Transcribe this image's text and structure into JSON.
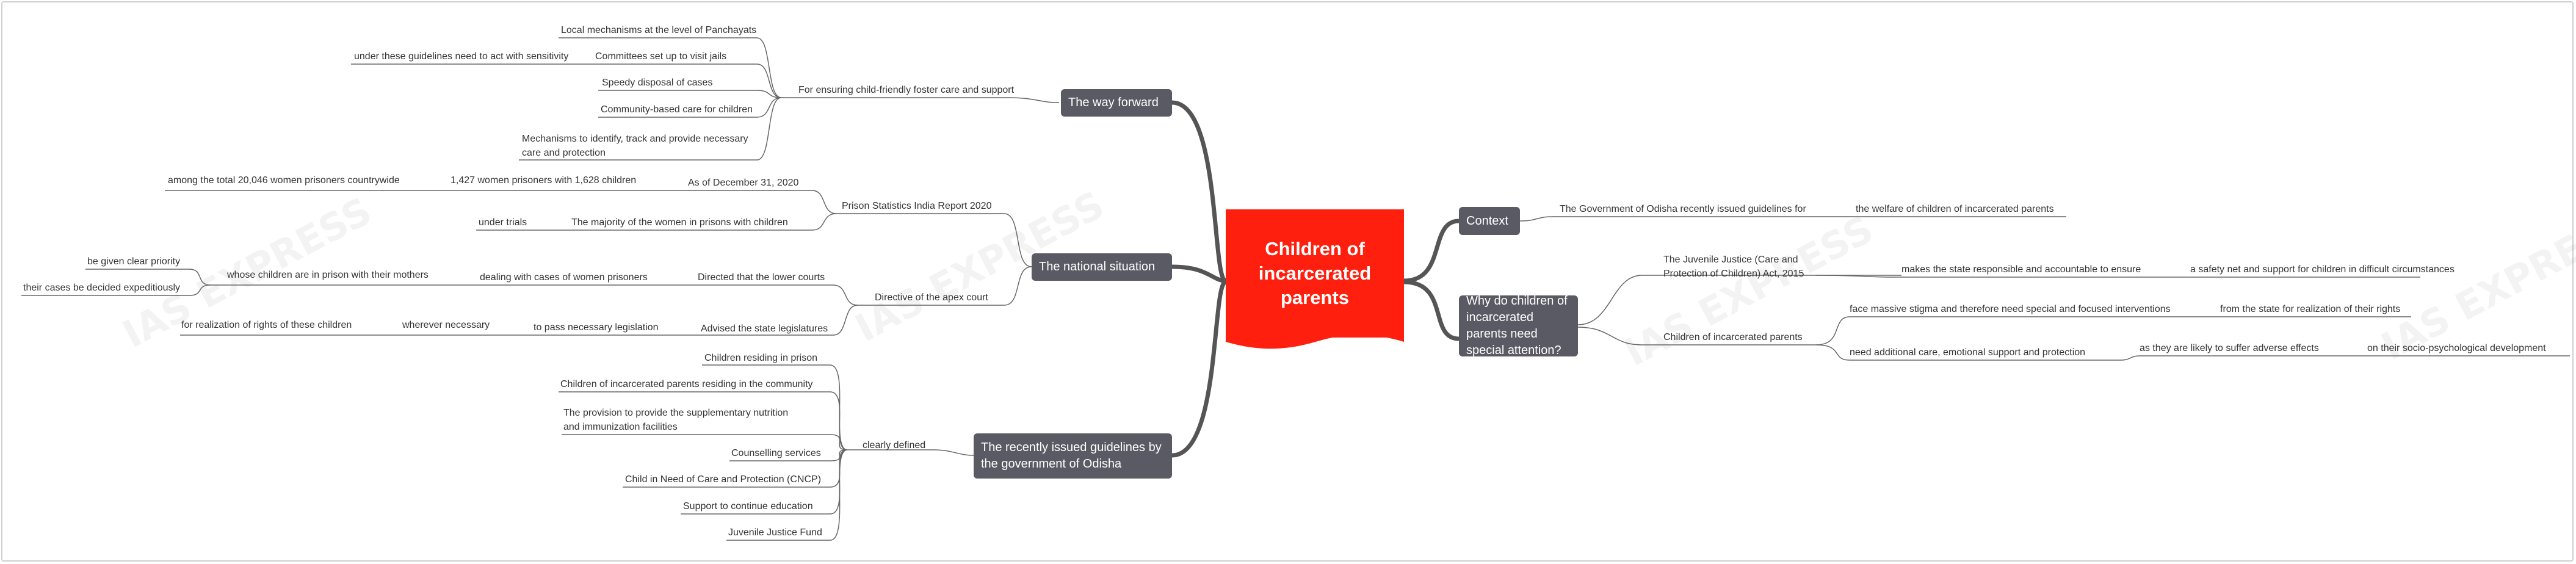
{
  "center": "Children of incarcerated parents",
  "watermark": "IAS EXPRESS",
  "context": {
    "title": "Context",
    "text": "The Government of Odisha recently issued guidelines for",
    "sub": "the welfare of children of incarcerated parents"
  },
  "why": {
    "title": "Why do children of incarcerated parents need special attention?",
    "jj_act": "The Juvenile Justice (Care and Protection of Children) Act, 2015",
    "jj_makes": "makes the state responsible and accountable to ensure",
    "jj_safety": "a safety net and support for children in difficult circumstances",
    "children": "Children of incarcerated parents",
    "stigma": "face massive stigma and therefore need special and focused interventions",
    "stigma_from": "from the state for realization of their rights",
    "care": "need additional care, emotional support and protection",
    "adverse": "as they are likely to suffer adverse effects",
    "dev": "on their socio-psychological development"
  },
  "way": {
    "title": "The way forward",
    "foster": "For ensuring child-friendly foster care and support",
    "local": "Local mechanisms at the level of Panchayats",
    "committees": "Committees set up to visit jails",
    "sensitivity": "under these guidelines need to act with sensitivity",
    "speedy": "Speedy disposal of cases",
    "community": "Community-based care for children",
    "mechanisms": "Mechanisms to identify, track and provide necessary care and protection"
  },
  "national": {
    "title": "The national situation",
    "psi": "Prison Statistics India Report 2020",
    "asof": "As of December 31, 2020",
    "women": "1,427 women prisoners with 1,628 children",
    "among": "among the total 20,046 women prisoners countrywide",
    "majority": "The majority of the women in prisons with children",
    "trials": "under trials",
    "directive": "Directive of the apex court",
    "directed": "Directed that the lower courts",
    "dealing": "dealing with cases of women prisoners",
    "whose": "whose children are in prison with their mothers",
    "priority": "be given clear priority",
    "expedite": "their cases be decided expeditiously",
    "advised": "Advised the state legislatures",
    "pass": "to pass necessary legislation",
    "wherever": "wherever necessary",
    "rights": "for realization of rights of these children"
  },
  "guidelines": {
    "title": "The recently issued guidelines by the government of Odisha",
    "defined": "clearly defined",
    "items": [
      "Children residing in prison",
      "Children of incarcerated parents residing in the community",
      "The provision to provide the supplementary nutrition and immunization facilities",
      "Counselling services",
      "Child in Need of Care and Protection (CNCP)",
      "Support to continue education",
      "Juvenile Justice Fund"
    ]
  }
}
